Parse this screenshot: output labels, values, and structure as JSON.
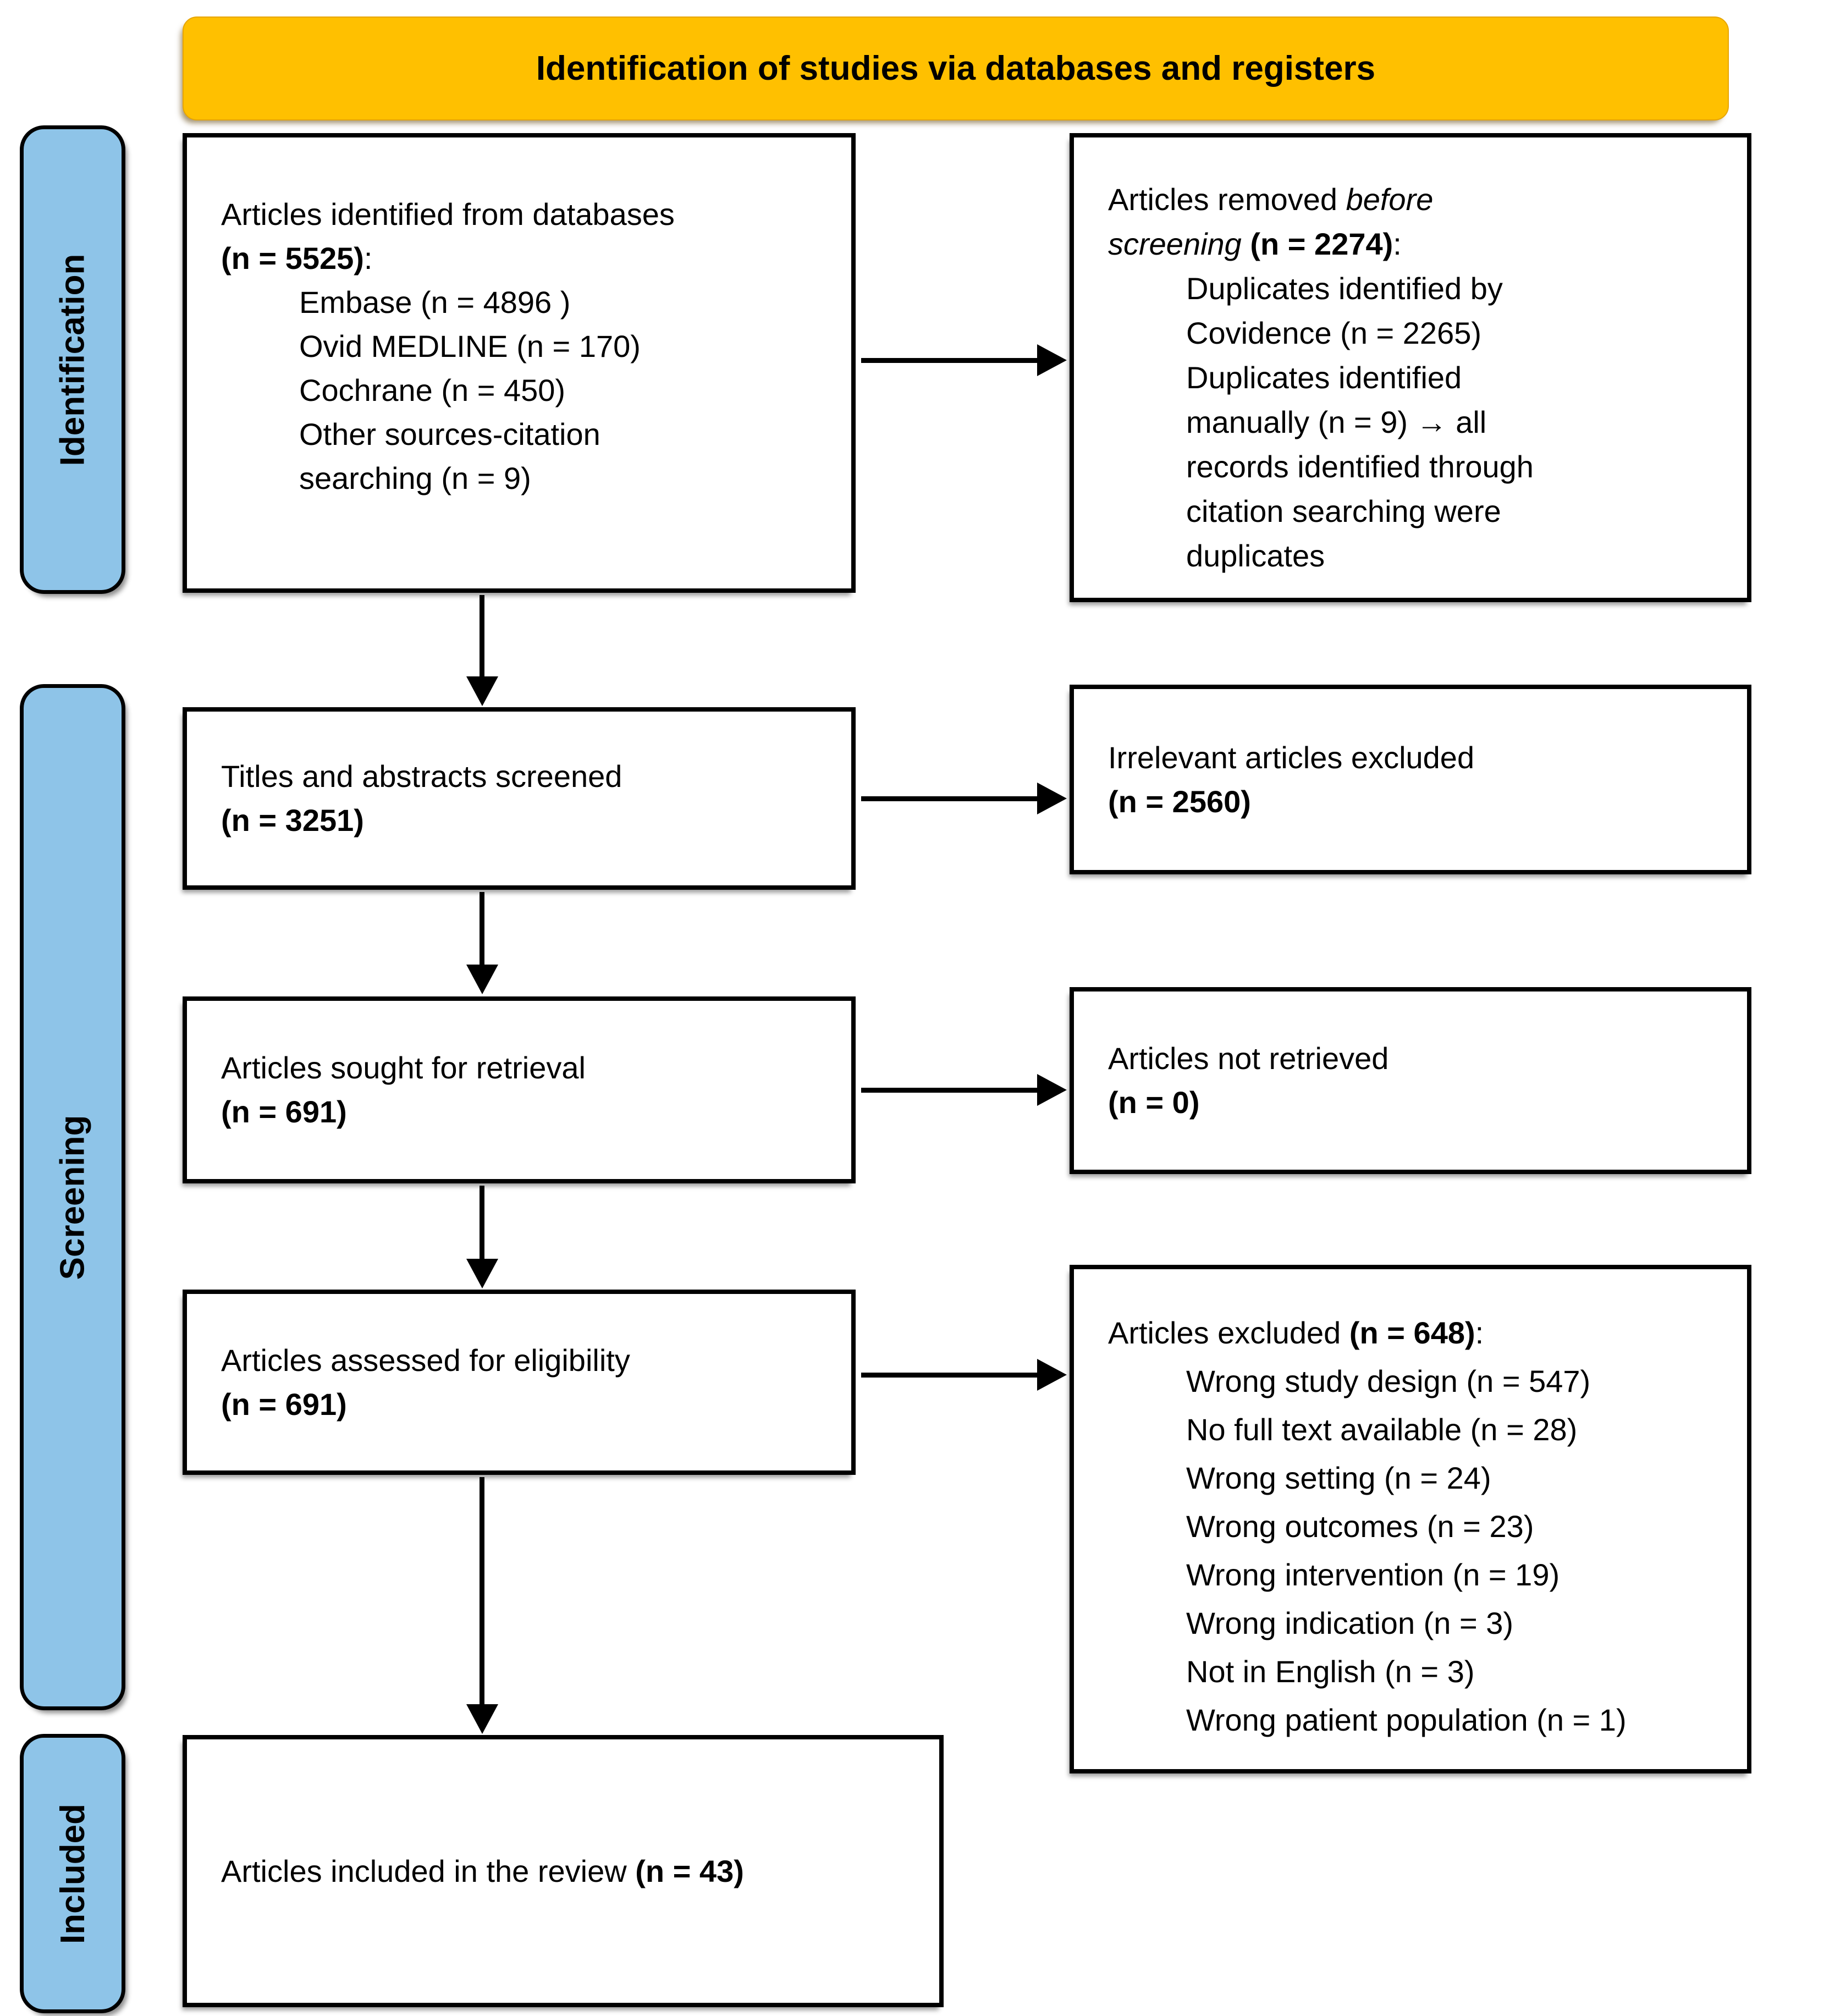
{
  "header": {
    "title": "Identification of studies via databases and registers"
  },
  "sidebar": {
    "identification": {
      "label": "Identification"
    },
    "screening": {
      "label": "Screening"
    },
    "included": {
      "label": "Included"
    }
  },
  "colors": {
    "banner_fill": "#FFC000",
    "sidebar_fill": "#8EC4E8",
    "box_fill": "#FFFFFF",
    "line_color": "#000000"
  },
  "boxes": {
    "identified": {
      "lines": [
        {
          "indent": 0,
          "segments": [
            {
              "t": "Articles identified from databases"
            }
          ]
        },
        {
          "indent": 0,
          "segments": [
            {
              "t": "(n = 5525)",
              "b": true
            },
            {
              "t": ":"
            }
          ]
        },
        {
          "indent": 1,
          "segments": [
            {
              "t": "Embase (n = 4896 )"
            }
          ]
        },
        {
          "indent": 1,
          "segments": [
            {
              "t": "Ovid MEDLINE (n = 170)"
            }
          ]
        },
        {
          "indent": 1,
          "segments": [
            {
              "t": "Cochrane (n = 450)"
            }
          ]
        },
        {
          "indent": 1,
          "segments": [
            {
              "t": "Other sources-citation"
            }
          ]
        },
        {
          "indent": 1,
          "segments": [
            {
              "t": "searching (n = 9)"
            }
          ]
        }
      ]
    },
    "removed": {
      "lines": [
        {
          "indent": 0,
          "segments": [
            {
              "t": "Articles removed "
            },
            {
              "t": "before",
              "i": true
            }
          ]
        },
        {
          "indent": 0,
          "segments": [
            {
              "t": "screening ",
              "i": true
            },
            {
              "t": "(n = 2274)",
              "b": true
            },
            {
              "t": ":"
            }
          ]
        },
        {
          "indent": 1,
          "segments": [
            {
              "t": "Duplicates identified by"
            }
          ]
        },
        {
          "indent": 1,
          "segments": [
            {
              "t": "Covidence (n = 2265)"
            }
          ]
        },
        {
          "indent": 1,
          "segments": [
            {
              "t": "Duplicates identified"
            }
          ]
        },
        {
          "indent": 1,
          "segments": [
            {
              "t": "manually (n = 9) → all"
            }
          ]
        },
        {
          "indent": 1,
          "segments": [
            {
              "t": "records identified through"
            }
          ]
        },
        {
          "indent": 1,
          "segments": [
            {
              "t": "citation searching were"
            }
          ]
        },
        {
          "indent": 1,
          "segments": [
            {
              "t": "duplicates"
            }
          ]
        }
      ]
    },
    "screened": {
      "lines": [
        {
          "indent": 0,
          "segments": [
            {
              "t": "Titles and abstracts screened"
            }
          ]
        },
        {
          "indent": 0,
          "segments": [
            {
              "t": "(n = 3251)",
              "b": true
            }
          ]
        }
      ]
    },
    "irrelevant": {
      "lines": [
        {
          "indent": 0,
          "segments": [
            {
              "t": "Irrelevant articles excluded"
            }
          ]
        },
        {
          "indent": 0,
          "segments": [
            {
              "t": "(n = 2560)",
              "b": true
            }
          ]
        }
      ]
    },
    "sought": {
      "lines": [
        {
          "indent": 0,
          "segments": [
            {
              "t": "Articles sought for retrieval"
            }
          ]
        },
        {
          "indent": 0,
          "segments": [
            {
              "t": "(n = 691)",
              "b": true
            }
          ]
        }
      ]
    },
    "not_retrieved": {
      "lines": [
        {
          "indent": 0,
          "segments": [
            {
              "t": "Articles not retrieved"
            }
          ]
        },
        {
          "indent": 0,
          "segments": [
            {
              "t": "(n = 0)",
              "b": true
            }
          ]
        }
      ]
    },
    "assessed": {
      "lines": [
        {
          "indent": 0,
          "segments": [
            {
              "t": "Articles assessed for eligibility"
            }
          ]
        },
        {
          "indent": 0,
          "segments": [
            {
              "t": "(n = 691)",
              "b": true
            }
          ]
        }
      ]
    },
    "excluded": {
      "lines": [
        {
          "indent": 0,
          "segments": [
            {
              "t": "Articles excluded "
            },
            {
              "t": "(n = 648)",
              "b": true
            },
            {
              "t": ":"
            }
          ]
        },
        {
          "indent": 1,
          "segments": [
            {
              "t": "Wrong study design (n = 547)"
            }
          ]
        },
        {
          "indent": 1,
          "segments": [
            {
              "t": "No full text available (n = 28)"
            }
          ]
        },
        {
          "indent": 1,
          "segments": [
            {
              "t": "Wrong setting (n = 24)"
            }
          ]
        },
        {
          "indent": 1,
          "segments": [
            {
              "t": "Wrong outcomes (n = 23)"
            }
          ]
        },
        {
          "indent": 1,
          "segments": [
            {
              "t": "Wrong intervention (n = 19)"
            }
          ]
        },
        {
          "indent": 1,
          "segments": [
            {
              "t": "Wrong indication (n = 3)"
            }
          ]
        },
        {
          "indent": 1,
          "segments": [
            {
              "t": "Not in English (n = 3)"
            }
          ]
        },
        {
          "indent": 1,
          "segments": [
            {
              "t": "Wrong patient population (n = 1)"
            }
          ]
        }
      ]
    },
    "included_review": {
      "lines": [
        {
          "indent": 0,
          "segments": [
            {
              "t": "Articles included in the review "
            },
            {
              "t": "(n = 43)",
              "b": true
            }
          ]
        }
      ]
    }
  }
}
